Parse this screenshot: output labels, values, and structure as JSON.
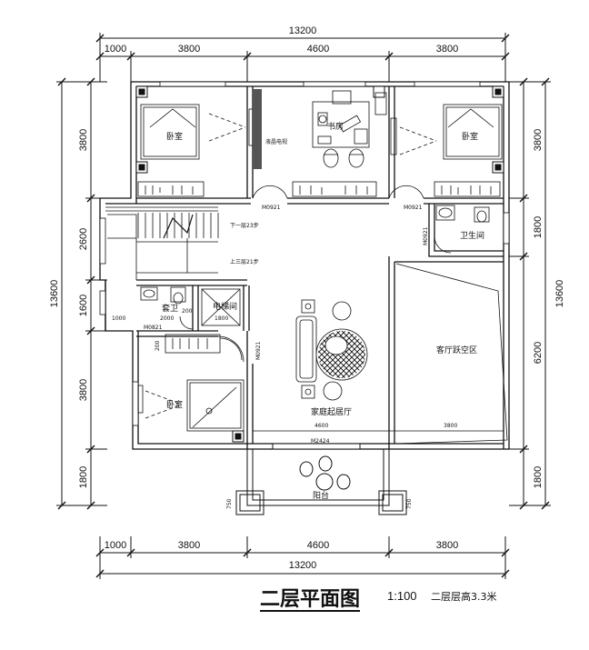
{
  "plan": {
    "title": "二层平面图",
    "scale": "1:100",
    "floor_height_note": "二层层高3.3米"
  },
  "dimensions": {
    "top_total": "13200",
    "top_parts": [
      "1000",
      "3800",
      "4600",
      "3800"
    ],
    "bottom_total": "13200",
    "bottom_parts": [
      "1000",
      "3800",
      "4600",
      "3800"
    ],
    "left_total": "13600",
    "left_parts": [
      "3800",
      "2600",
      "1600",
      "3800",
      "1800"
    ],
    "right_total": "13600",
    "right_parts": [
      "3800",
      "1800",
      "6200",
      "1800"
    ],
    "balcony_left": "750",
    "balcony_right": "750",
    "inner": {
      "w2000": "2000",
      "w200a": "200",
      "w1800": "1800",
      "w1000": "1000",
      "w200b": "200",
      "living_4600": "4600",
      "void_3800": "3800"
    }
  },
  "rooms": {
    "bedroom_nw": "卧室",
    "study": "书房",
    "bedroom_ne": "卧室",
    "bathroom_e": "卫生间",
    "suite_bath": "套卫",
    "elevator": "电梯间",
    "bedroom_sw": "卧室",
    "family_living": "家庭起居厅",
    "living_void": "客厅跃空区",
    "balcony": "阳台"
  },
  "doors": {
    "d1": "M0921",
    "d2": "M0921",
    "d3": "M0921",
    "d4": "M0821",
    "d5": "M0921",
    "d6": "M2424"
  },
  "stairs": {
    "down": "下一层23步",
    "up": "上三层21步"
  },
  "fixture_notes": {
    "tv": "液晶电视"
  }
}
